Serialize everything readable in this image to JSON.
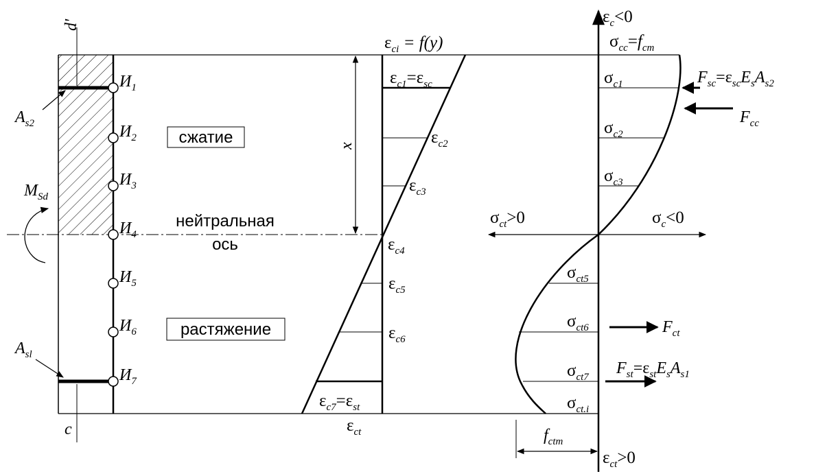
{
  "zones": {
    "compression": "сжатие",
    "neutral_axis_line1": "нейтральная",
    "neutral_axis_line2": "ось",
    "tension": "растяжение"
  },
  "section": {
    "moment": {
      "main": "M",
      "sub": "Sd"
    },
    "top_rebar": {
      "main": "A",
      "sub": "s2"
    },
    "bottom_rebar": {
      "main": "A",
      "sub": "sl"
    },
    "cover_top": "d'",
    "cover_bottom": "c",
    "points": [
      {
        "main": "И",
        "sub": "1"
      },
      {
        "main": "И",
        "sub": "2"
      },
      {
        "main": "И",
        "sub": "3"
      },
      {
        "main": "И",
        "sub": "4"
      },
      {
        "main": "И",
        "sub": "5"
      },
      {
        "main": "И",
        "sub": "6"
      },
      {
        "main": "И",
        "sub": "7"
      }
    ]
  },
  "strain": {
    "title": {
      "e": "ε",
      "sub": "ci",
      "rest": " = f(y)"
    },
    "depth_label": "x",
    "labels": [
      {
        "id": "c1",
        "e": "ε",
        "sub": "c1",
        "eq": "=",
        "e2": "ε",
        "sub2": "sc"
      },
      {
        "id": "c2",
        "e": "ε",
        "sub": "c2"
      },
      {
        "id": "c3",
        "e": "ε",
        "sub": "c3"
      },
      {
        "id": "c4",
        "e": "ε",
        "sub": "c4"
      },
      {
        "id": "c5",
        "e": "ε",
        "sub": "c5"
      },
      {
        "id": "c6",
        "e": "ε",
        "sub": "c6"
      },
      {
        "id": "c7",
        "e": "ε",
        "sub": "c7",
        "eq": "=",
        "e2": "ε",
        "sub2": "st"
      }
    ],
    "bottom_label": {
      "e": "ε",
      "sub": "ct"
    }
  },
  "stress": {
    "axis_top": {
      "e": "ε",
      "sub": "c",
      "rest": "<0"
    },
    "axis_bottom": {
      "e": "ε",
      "sub": "ct",
      "rest": ">0"
    },
    "axis_left": {
      "s": "σ",
      "sub": "ct",
      "rest": ">0"
    },
    "axis_right": {
      "s": "σ",
      "sub": "c",
      "rest": "<0"
    },
    "top": {
      "s": "σ",
      "sub": "cc",
      "eq": "=",
      "f": "f",
      "fsub": "cm"
    },
    "labels": [
      {
        "s": "σ",
        "sub": "c1"
      },
      {
        "s": "σ",
        "sub": "c2"
      },
      {
        "s": "σ",
        "sub": "c3"
      },
      {
        "s": "σ",
        "sub": "ct5"
      },
      {
        "s": "σ",
        "sub": "ct6"
      },
      {
        "s": "σ",
        "sub": "ct7"
      },
      {
        "s": "σ",
        "sub": "ct.i"
      }
    ],
    "fctm": {
      "f": "f",
      "sub": "ctm"
    }
  },
  "forces": {
    "Fsc": {
      "F": "F",
      "sub": "sc",
      "eq": "=",
      "e": "ε",
      "esub": "sc",
      "E": "E",
      "Esub": "s",
      "A": "A",
      "Asub": "s2"
    },
    "Fcc": {
      "F": "F",
      "sub": "cc"
    },
    "Fct": {
      "F": "F",
      "sub": "ct"
    },
    "Fst": {
      "F": "F",
      "sub": "st",
      "eq": "=",
      "e": "ε",
      "esub": "st",
      "E": "E",
      "Esub": "s",
      "A": "A",
      "Asub": "s1"
    }
  }
}
